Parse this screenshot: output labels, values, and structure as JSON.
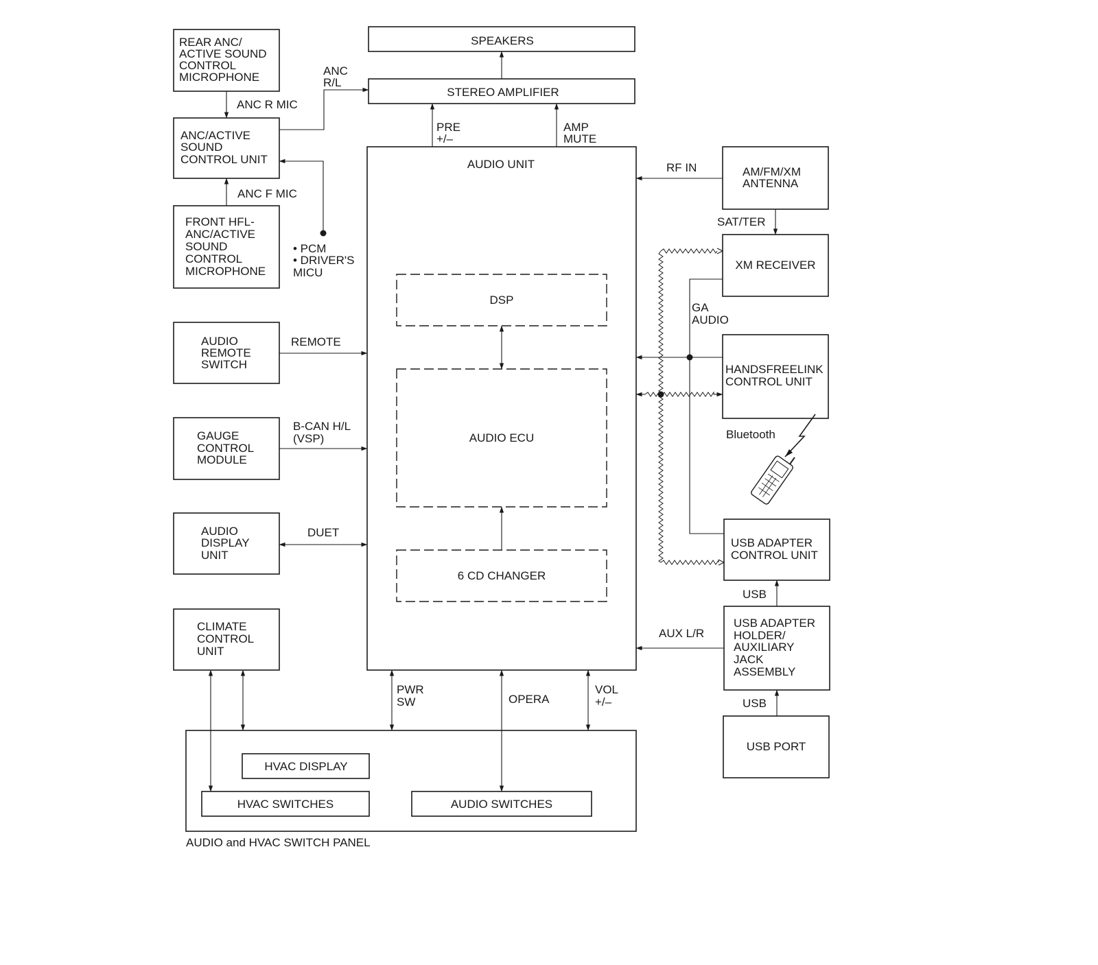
{
  "components": {
    "rear_anc_mic": [
      "REAR ANC/",
      "ACTIVE SOUND",
      "CONTROL",
      "MICROPHONE"
    ],
    "anc_unit": [
      "ANC/ACTIVE",
      "SOUND",
      "CONTROL UNIT"
    ],
    "front_hfl_mic": [
      "FRONT HFL-",
      "ANC/ACTIVE",
      "SOUND",
      "CONTROL",
      "MICROPHONE"
    ],
    "audio_remote_switch": [
      "AUDIO",
      "REMOTE",
      "SWITCH"
    ],
    "gauge_control_module": [
      "GAUGE",
      "CONTROL",
      "MODULE"
    ],
    "audio_display_unit": [
      "AUDIO",
      "DISPLAY",
      "UNIT"
    ],
    "climate_control_unit": [
      "CLIMATE",
      "CONTROL",
      "UNIT"
    ],
    "speakers": "SPEAKERS",
    "stereo_amplifier": "STEREO AMPLIFIER",
    "audio_unit": "AUDIO UNIT",
    "dsp": "DSP",
    "audio_ecu": "AUDIO ECU",
    "cd_changer": "6 CD CHANGER",
    "antenna": [
      "AM/FM/XM",
      "ANTENNA"
    ],
    "xm_receiver": "XM RECEIVER",
    "handsfreelink": [
      "HANDSFREELINK",
      "CONTROL UNIT"
    ],
    "usb_adapter_control": [
      "USB ADAPTER",
      "CONTROL UNIT"
    ],
    "usb_adapter_holder": [
      "USB ADAPTER",
      "HOLDER/",
      "AUXILIARY",
      "JACK",
      "ASSEMBLY"
    ],
    "usb_port": "USB PORT",
    "hvac_display": "HVAC DISPLAY",
    "hvac_switches": "HVAC SWITCHES",
    "audio_switches": "AUDIO SWITCHES",
    "switch_panel_caption": "AUDIO and HVAC SWITCH PANEL"
  },
  "signals": {
    "anc_r_mic": "ANC R MIC",
    "anc_f_mic": "ANC F MIC",
    "anc_rl": [
      "ANC",
      "R/L"
    ],
    "pcm_micu": [
      "• PCM",
      "• DRIVER'S",
      "MICU"
    ],
    "pre": [
      "PRE",
      "+/–"
    ],
    "amp_mute": [
      "AMP",
      "MUTE"
    ],
    "rf_in": "RF IN",
    "sat_ter": "SAT/TER",
    "ga_audio": [
      "GA",
      "AUDIO"
    ],
    "remote": "REMOTE",
    "bcan": [
      "B-CAN H/L",
      "(VSP)"
    ],
    "duet": "DUET",
    "usb_1": "USB",
    "usb_2": "USB",
    "aux_lr": "AUX L/R",
    "pwr_sw": [
      "PWR",
      "SW"
    ],
    "opera": "OPERA",
    "vol": [
      "VOL",
      "+/–"
    ],
    "bluetooth": "Bluetooth"
  }
}
